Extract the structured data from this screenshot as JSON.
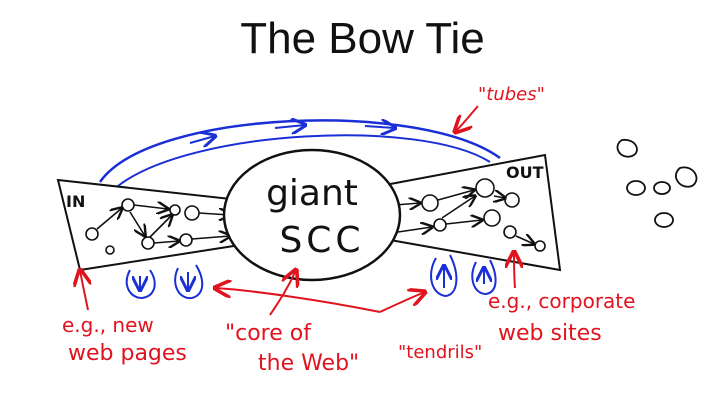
{
  "title": "The Bow Tie",
  "diagram": {
    "center_label_line1": "giant",
    "center_label_line2": "SCC",
    "in_label": "IN",
    "out_label": "OUT"
  },
  "annotations": {
    "tubes": "\"tubes\"",
    "core_line1": "\"core of",
    "core_line2": "the Web\"",
    "tendrils": "\"tendrils\"",
    "in_example_line1": "e.g., new",
    "in_example_line2": "web pages",
    "out_example_line1": "e.g., corporate",
    "out_example_line2": "web sites"
  },
  "colors": {
    "ink": "#111111",
    "annotation_red": "#e0141e",
    "tube_blue": "#1a2fd6"
  }
}
